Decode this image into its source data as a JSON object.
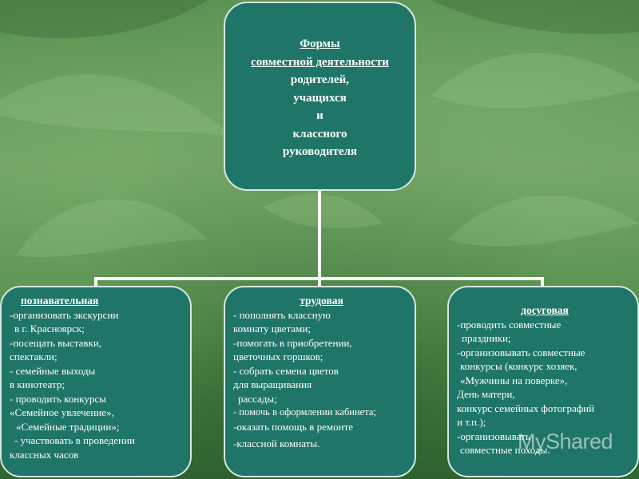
{
  "root": {
    "title_lines": [
      "Формы",
      "совместной деятельности",
      "родителей,",
      "учащихся",
      "и",
      "классного",
      "руководителя"
    ]
  },
  "categories": [
    {
      "title": "познавательная",
      "items": [
        "-организовать экскурсии",
        "  в г. Красноярск;",
        "-посещать выставки,",
        "спектакли;",
        "- семейные выходы",
        "в кинотеатр;",
        "- проводить конкурсы",
        "«Семейное увлечение»,",
        "  «Семейные традиции»;",
        "  - участвовать в проведении",
        "классных часов"
      ]
    },
    {
      "title": "трудовая",
      "items": [
        "- пополнять классную",
        "комнату цветами;",
        "-помогать в приобретении,",
        "цветочных горшков;",
        "- собрать семена цветов",
        "для выращивания",
        "  рассады;",
        "- помочь в оформлении кабинета;",
        "-оказать помощь в ремонте",
        "-классной комнаты."
      ]
    },
    {
      "title": "досуговая",
      "items": [
        "-проводить совместные",
        "  праздники;",
        "-организовывать совместные",
        "  конкурсы (конкурс хозяек,",
        "  «Мужчины на поверке»,",
        "День матери,",
        "конкурс семейных фотографий",
        "и т.п.);",
        "-организовывать",
        "  совместные походы."
      ]
    }
  ],
  "watermark": "MyShared",
  "colors": {
    "box_fill": "#1f7568",
    "box_border": "#d6e8e2",
    "connector": "#ffffff",
    "background": "#5a9452"
  }
}
